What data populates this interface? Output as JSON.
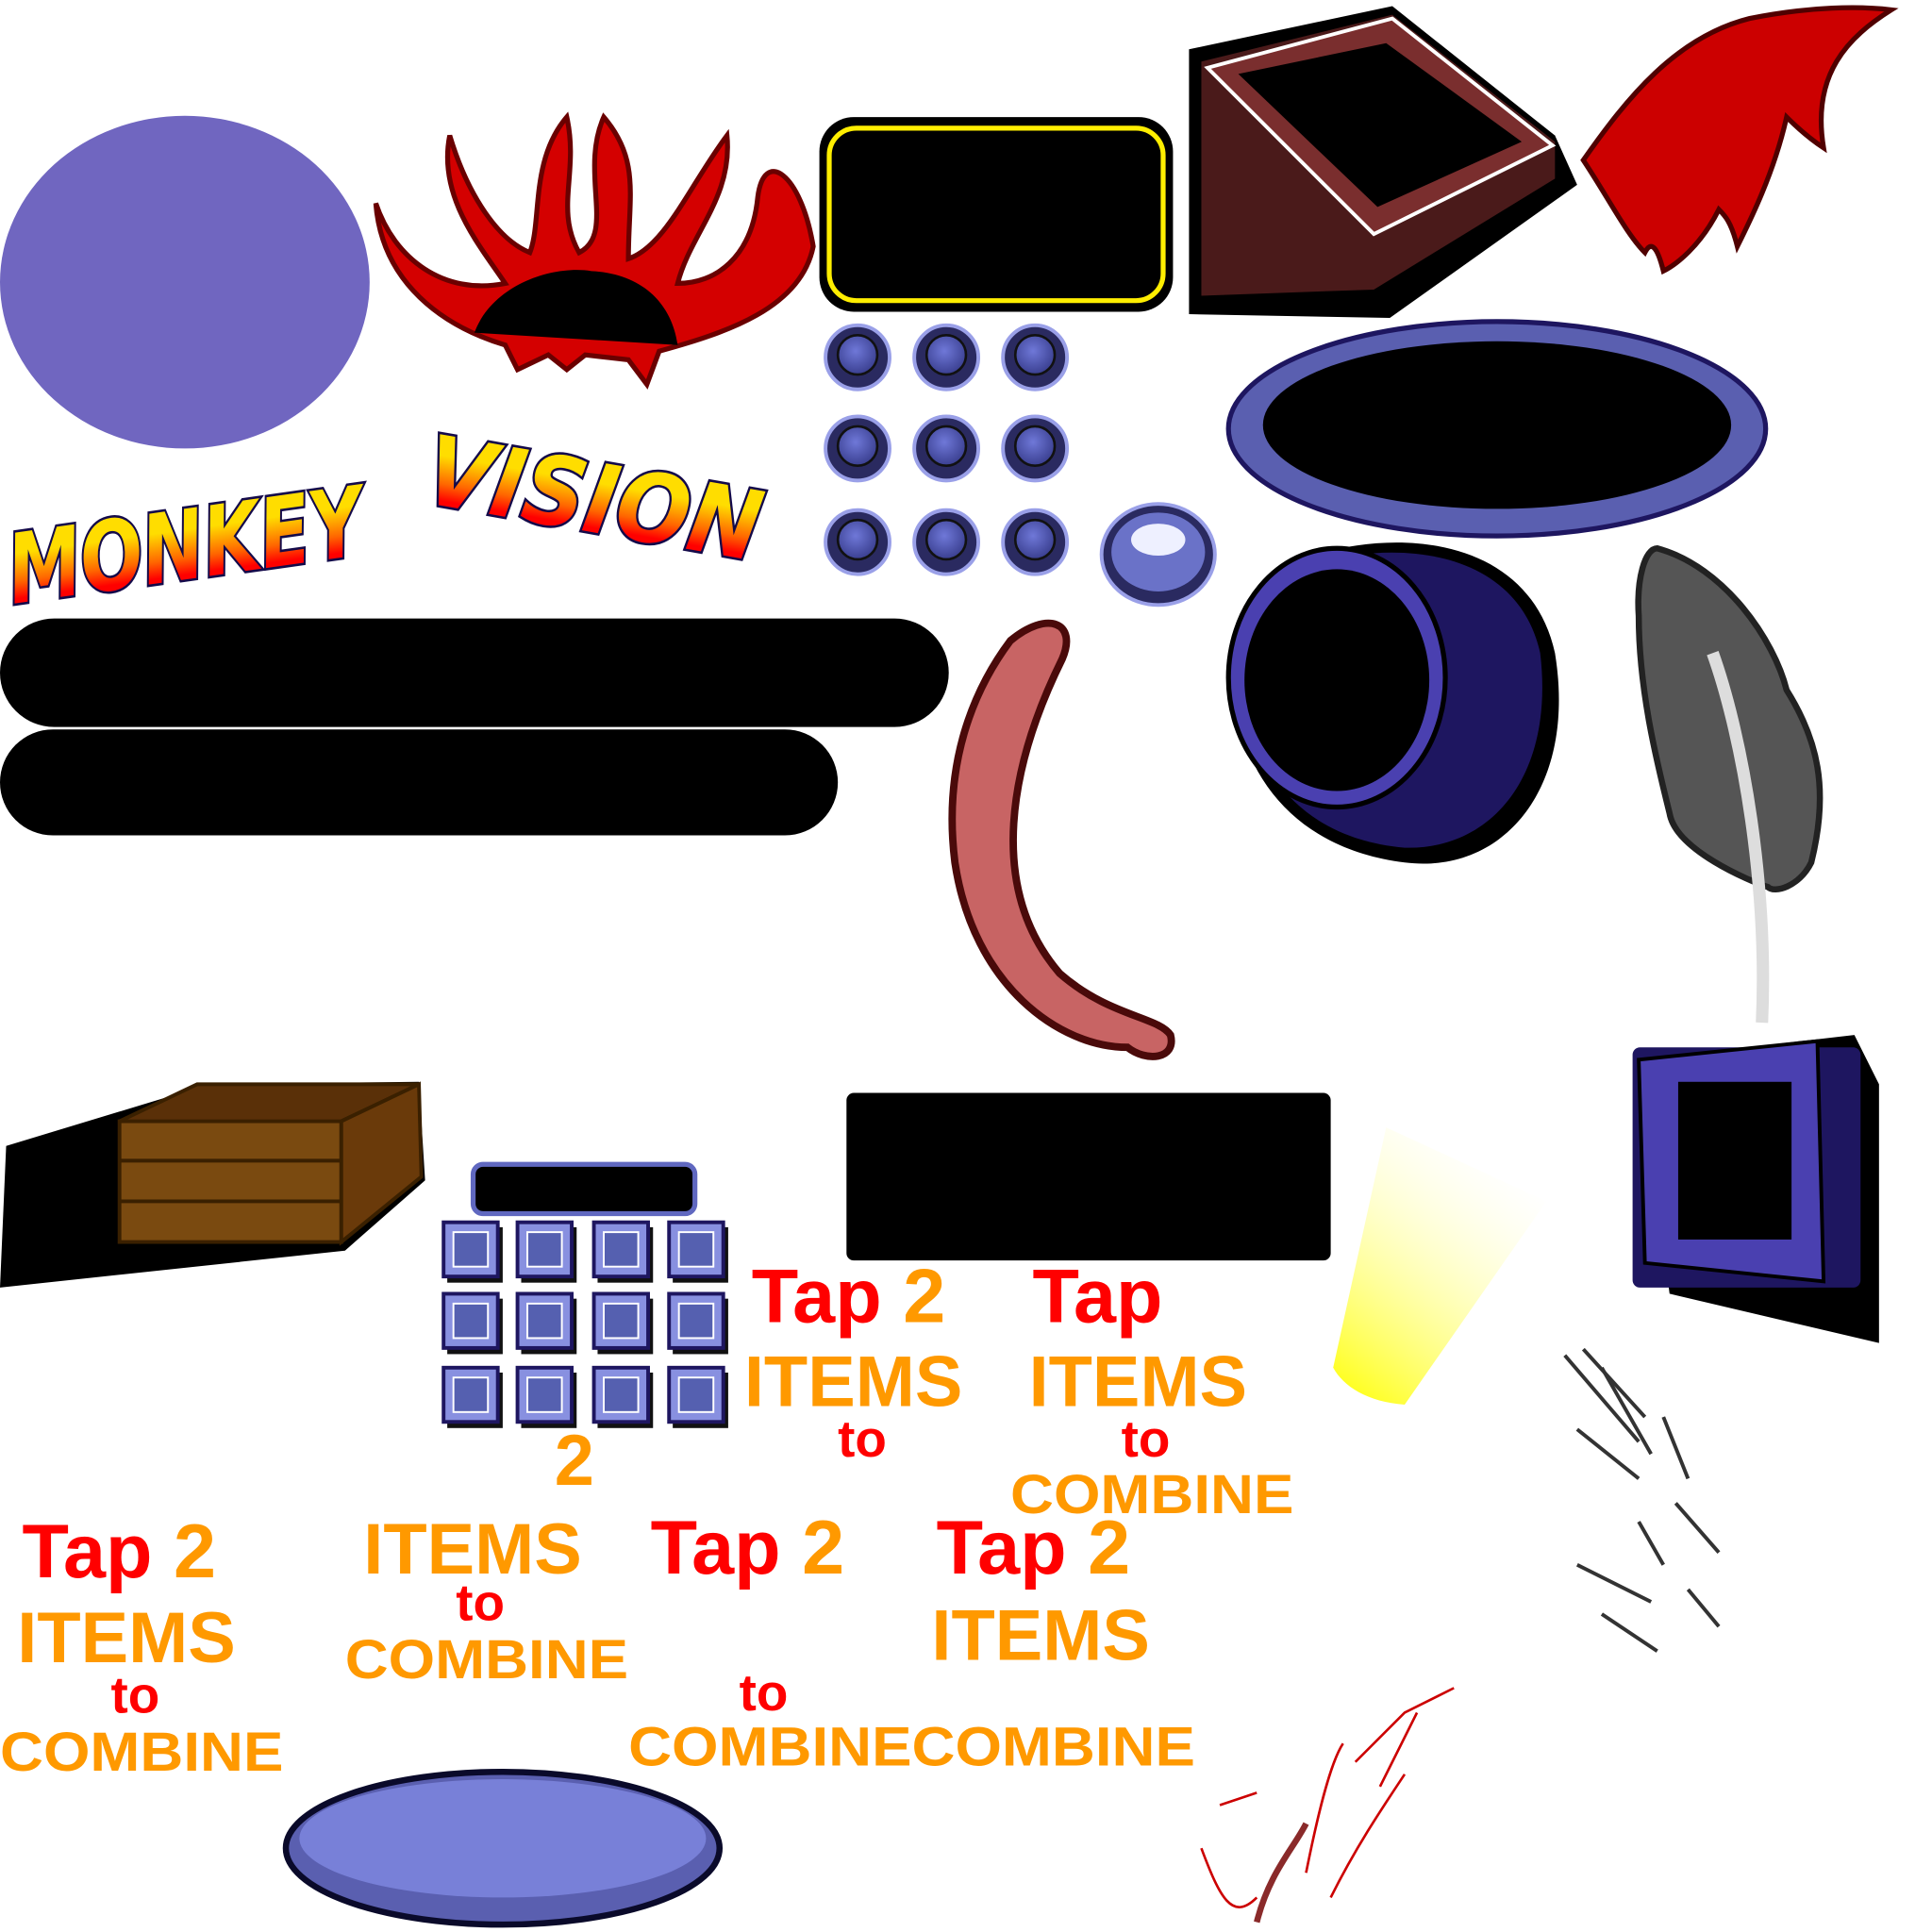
{
  "sheet": {
    "logo": {
      "word1": "MONKEY",
      "word2": "VISION"
    },
    "colors": {
      "red": "#ff0000",
      "orange": "#ff9900",
      "purple": "#7066c0",
      "navy": "#1e1660",
      "blue": "#5a5fb0",
      "brown": "#7a2e2e",
      "wood": "#7a4a10"
    },
    "labels": {
      "tap": "Tap",
      "two": "2",
      "items": "ITEMS",
      "to": "to",
      "combine": "COMBINE",
      "combine_combine": "COMBINECOMBINE"
    }
  }
}
